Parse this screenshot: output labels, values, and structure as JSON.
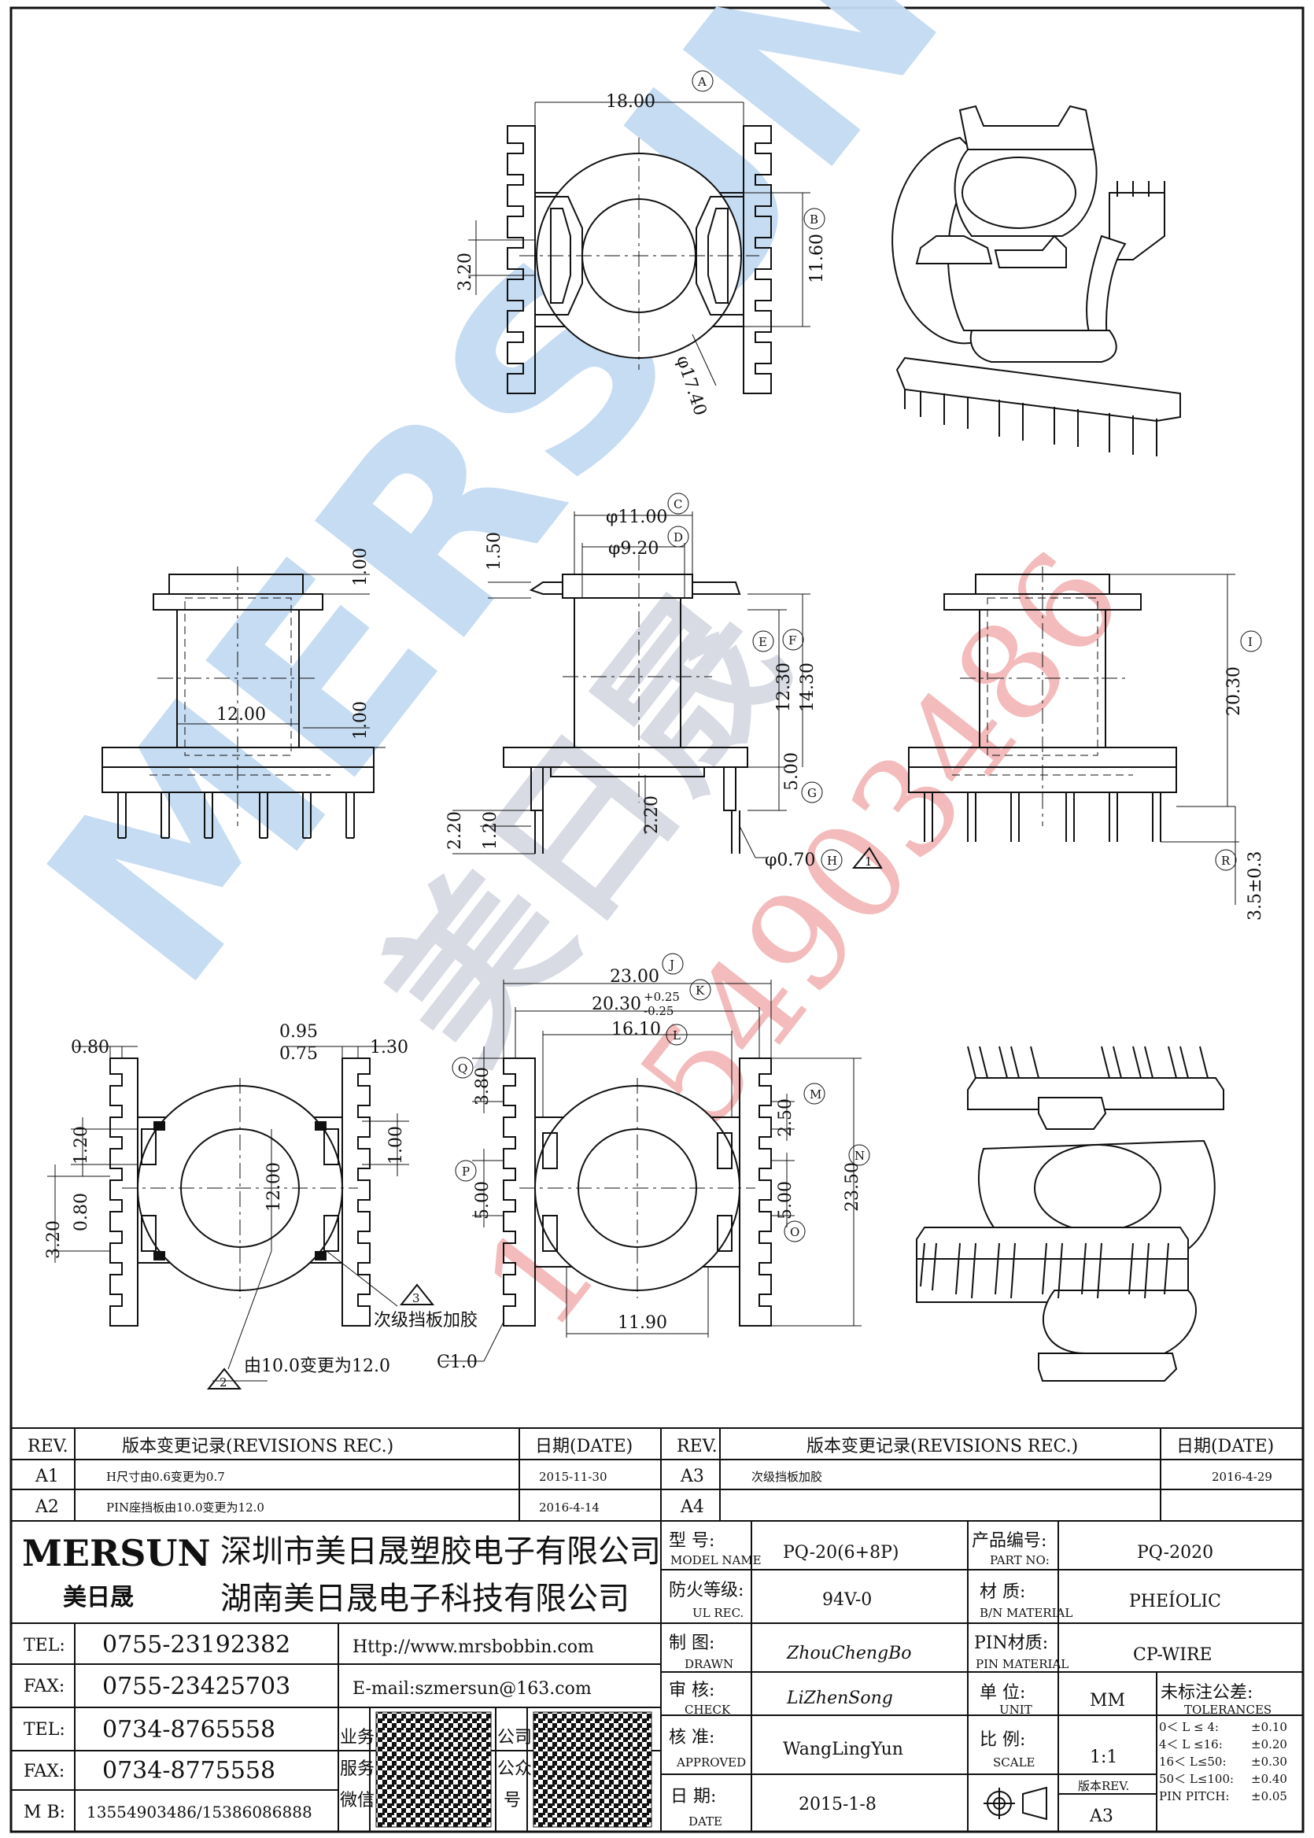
{
  "watermark": {
    "brand": "MERSUN",
    "cn": "美日晟",
    "phone": "13554903486"
  },
  "dims": {
    "top_width": "18.00",
    "top_height": "11.60",
    "top_gap": "3.20",
    "top_diam": "φ17.40",
    "c_diam": "φ11.00",
    "d_diam": "φ9.20",
    "flange_h": "1.50",
    "e_h": "12.30",
    "f_h": "14.30",
    "g_h": "5.00",
    "h_pin": "φ0.70",
    "pin_off1": "2.20",
    "pin_off2": "1.20",
    "pin_off3": "2.20",
    "side_top": "1.00",
    "side_mid": "1.00",
    "side_width": "12.00",
    "i_h": "20.30",
    "r_pin": "3.5±0.3",
    "j_w": "23.00",
    "k_w": "20.30",
    "k_tol_up": "+0.25",
    "k_tol_dn": "-0.25",
    "l_w": "16.10",
    "q_h": "3.80",
    "p_h": "5.00",
    "m_h": "2.50",
    "o_h": "5.00",
    "n_h": "23.50",
    "b_w": "11.90",
    "chamfer": "C1.0",
    "lv_080a": "0.80",
    "lv_095": "0.95",
    "lv_075": "0.75",
    "lv_130": "1.30",
    "lv_120": "1.20",
    "lv_100": "1.00",
    "lv_320": "3.20",
    "lv_080b": "0.80",
    "lv_1200": "12.00"
  },
  "labels": {
    "A": "A",
    "B": "B",
    "C": "C",
    "D": "D",
    "E": "E",
    "F": "F",
    "G": "G",
    "H": "H",
    "I": "I",
    "J": "J",
    "K": "K",
    "L": "L",
    "M": "M",
    "N": "N",
    "O": "O",
    "P": "P",
    "Q": "Q",
    "R": "R"
  },
  "notes": {
    "rev1": "1",
    "rev2": "2",
    "rev3": "3",
    "note2": "由10.0变更为12.0",
    "note3": "次级挡板加胶"
  },
  "revisions": {
    "rev_h": "REV.",
    "rec_h": "版本变更记录(REVISIONS REC.)",
    "date_h": "日期(DATE)",
    "left": [
      {
        "rev": "A1",
        "rec": "H尺寸由0.6变更为0.7",
        "date": "2015-11-30"
      },
      {
        "rev": "A2",
        "rec": "PIN座挡板由10.0变更为12.0",
        "date": "2016-4-14"
      }
    ],
    "right": [
      {
        "rev": "A3",
        "rec": "次级挡板加胶",
        "date": "2016-4-29"
      },
      {
        "rev": "A4",
        "rec": "",
        "date": ""
      }
    ]
  },
  "company": {
    "logo": "MERSUN",
    "logo_cn": "美日晟",
    "name1": "深圳市美日晟塑胶电子有限公司",
    "name2": "湖南美日晟电子科技有限公司",
    "tel1_l": "TEL:",
    "tel1": "0755-23192382",
    "fax1_l": "FAX:",
    "fax1": "0755-23425703",
    "tel2_l": "TEL:",
    "tel2": "0734-8765558",
    "fax2_l": "FAX:",
    "fax2": "0734-8775558",
    "mb_l": "M B:",
    "mb": "13554903486/15386086888",
    "web": "Http://www.mrsbobbin.com",
    "email": "E-mail:szmersun@163.com",
    "biz": [
      "业务",
      "服务",
      "微信"
    ],
    "pub": [
      "公司",
      "公众",
      "号"
    ]
  },
  "spec": {
    "model_l": "型 号:",
    "model_sub": "MODEL NAME",
    "model": "PQ-20(6+8P)",
    "part_l": "产品编号:",
    "part_sub": "PART NO:",
    "part": "PQ-2020",
    "ul_l": "防火等级:",
    "ul_sub": "UL REC.",
    "ul": "94V-0",
    "mat_l": "材 质:",
    "mat_sub": "B/N MATERIAL",
    "mat": "PHEÍOLIC",
    "drawn_l": "制 图:",
    "drawn_sub": "DRAWN",
    "drawn": "ZhouChengBo",
    "pinmat_l": "PIN材质:",
    "pinmat_sub": "PIN MATERIAL",
    "pinmat": "CP-WIRE",
    "check_l": "审 核:",
    "check_sub": "CHECK",
    "check": "LiZhenSong",
    "unit_l": "单 位:",
    "unit_sub": "UNIT",
    "unit": "MM",
    "tol_l": "未标注公差:",
    "tol_sub": "TOLERANCES",
    "approved_l": "核 准:",
    "approved_sub": "APPROVED",
    "approved": "WangLingYun",
    "scale_l": "比 例:",
    "scale_sub": "SCALE",
    "scale": "1:1",
    "date_l": "日 期:",
    "date_sub": "DATE",
    "date": "2015-1-8",
    "ver_l": "版本REV.",
    "ver": "A3",
    "tolerances": [
      {
        "range": "0＜ L ≤  4:",
        "tol": "±0.10"
      },
      {
        "range": "4＜ L ≤16:",
        "tol": "±0.20"
      },
      {
        "range": "16＜ L≤50:",
        "tol": "±0.30"
      },
      {
        "range": "50＜ L≤100:",
        "tol": "±0.40"
      },
      {
        "range": "PIN PITCH:",
        "tol": "±0.05"
      }
    ]
  }
}
